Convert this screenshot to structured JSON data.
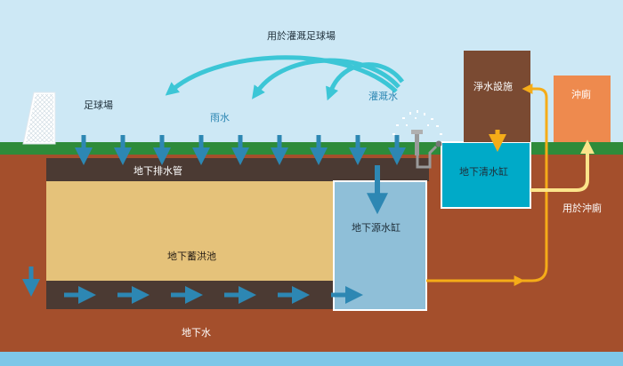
{
  "labels": {
    "irrigation_top": "用於灌溉足球場",
    "football_field": "足球場",
    "rain": "雨水",
    "irrigation_water": "灌溉水",
    "purification": "淨水設施",
    "toilet": "沖廁",
    "drainage_pipe": "地下排水管",
    "clean_tank": "地下清水缸",
    "source_tank": "地下源水缸",
    "flush_use": "用於沖廁",
    "storage_pond": "地下蓄洪池",
    "groundwater": "地下水"
  },
  "colors": {
    "sky": "#cde8f5",
    "grass": "#2e8b3a",
    "soil": "#a44f2c",
    "dark_layer": "#4b3a33",
    "storage": "#e5c27a",
    "source_tank": "#8fbfd8",
    "clean_tank": "#00aac8",
    "purification": "#7a4a32",
    "toilet": "#ee8a4e",
    "arrow_blue": "#2d87b3",
    "arrow_cyan": "#3cc6d6",
    "pipe_orange": "#f5ac18",
    "pipe_yellow": "#fbe48a",
    "groundwater_band": "#7ec7e8"
  }
}
